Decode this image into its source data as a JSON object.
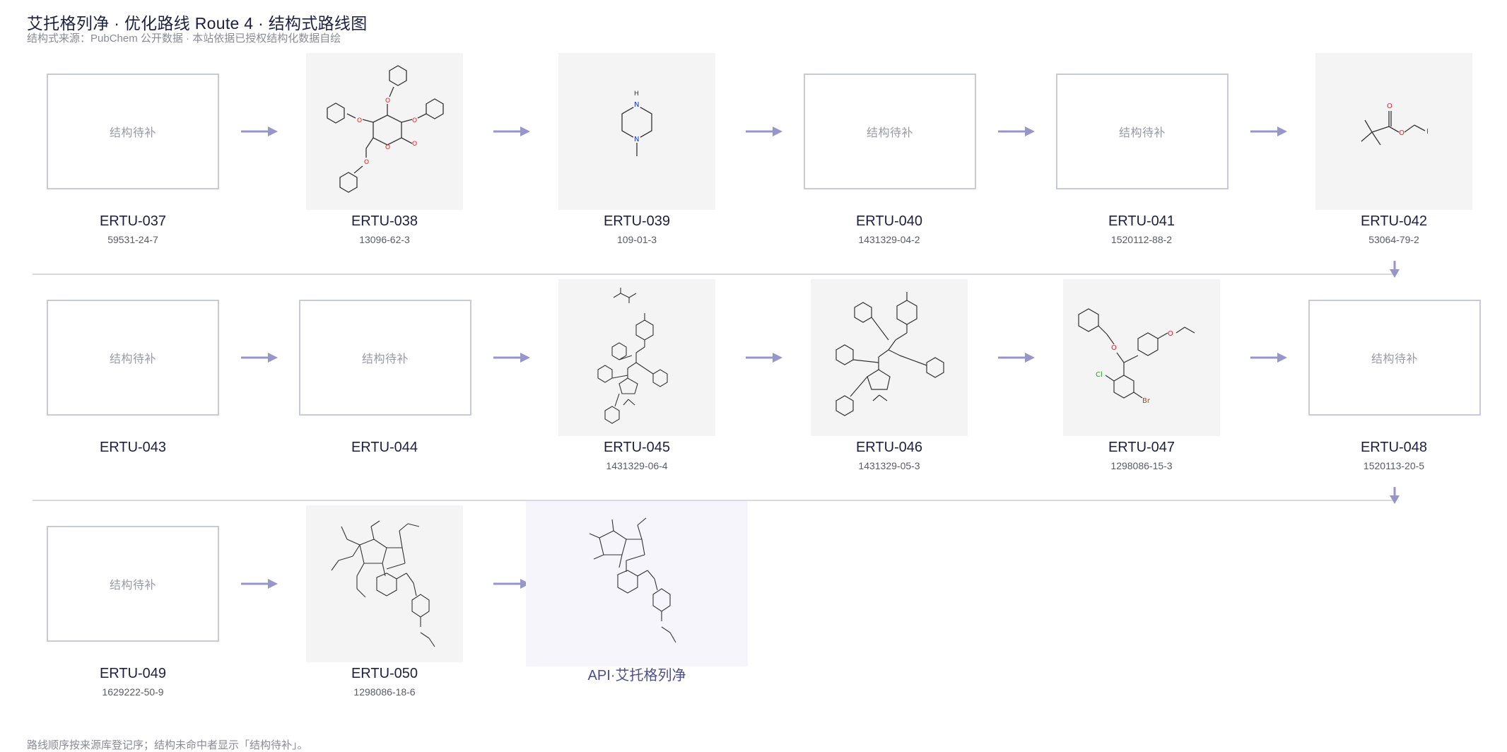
{
  "header": {
    "title": "艾托格列净 · 优化路线 Route 4 · 结构式路线图",
    "subtitle": "结构式来源：PubChem 公开数据 · 本站依据已授权结构化数据自绘"
  },
  "footer": {
    "note": "路线顺序按来源库登记序；结构未命中者显示「结构待补」。"
  },
  "colors": {
    "arrow": "#9896c8",
    "placeholder_border": "#c9cad9",
    "image_bg": "#f4f4f4",
    "divider": "#d9d9e3",
    "bond": "#333333",
    "oxygen": "#d9232a",
    "nitrogen": "#1c38c7",
    "chlorine": "#2a9b2a",
    "bromine": "#a2412a"
  },
  "placeholder_text": "结构待补",
  "rows": [
    {
      "nodes": [
        {
          "id": "ERTU-037",
          "cas": "59531-24-7",
          "has_structure": false
        },
        {
          "id": "ERTU-038",
          "cas": "13096-62-3",
          "has_structure": true,
          "structure_icon": "tetrabenzyl-gluconolactone-structure"
        },
        {
          "id": "ERTU-039",
          "cas": "109-01-3",
          "has_structure": true,
          "structure_icon": "methylpiperazine-structure",
          "atoms": {
            "nh": "H",
            "n1": "N",
            "n2": "N"
          }
        },
        {
          "id": "ERTU-040",
          "cas": "1431329-04-2",
          "has_structure": false
        },
        {
          "id": "ERTU-041",
          "cas": "1520112-88-2",
          "has_structure": false
        },
        {
          "id": "ERTU-042",
          "cas": "53064-79-2",
          "has_structure": true,
          "structure_icon": "iodomethyl-pivalate-structure",
          "atoms": {
            "o1": "O",
            "o2": "O",
            "i": "I"
          }
        }
      ]
    },
    {
      "nodes": [
        {
          "id": "ERTU-043",
          "cas": "",
          "has_structure": false
        },
        {
          "id": "ERTU-044",
          "cas": "",
          "has_structure": false
        },
        {
          "id": "ERTU-045",
          "cas": "1431329-06-4",
          "has_structure": true,
          "structure_icon": "oxalate-salt-structure"
        },
        {
          "id": "ERTU-046",
          "cas": "1431329-05-3",
          "has_structure": true,
          "structure_icon": "acetonide-amide-structure"
        },
        {
          "id": "ERTU-047",
          "cas": "1298086-15-3",
          "has_structure": true,
          "structure_icon": "bromo-diarylmethyl-ether-structure",
          "atoms": {
            "cl": "Cl",
            "br": "Br",
            "o1": "O",
            "o2": "O"
          }
        },
        {
          "id": "ERTU-048",
          "cas": "1520113-20-5",
          "has_structure": false
        }
      ]
    },
    {
      "nodes": [
        {
          "id": "ERTU-049",
          "cas": "1629222-50-9",
          "has_structure": false
        },
        {
          "id": "ERTU-050",
          "cas": "1298086-18-6",
          "has_structure": true,
          "structure_icon": "tetraacetate-structure"
        },
        {
          "id": "API",
          "label": "API·艾托格列净",
          "cas": "",
          "has_structure": true,
          "is_api": true,
          "structure_icon": "ertugliflozin-structure"
        }
      ]
    }
  ]
}
